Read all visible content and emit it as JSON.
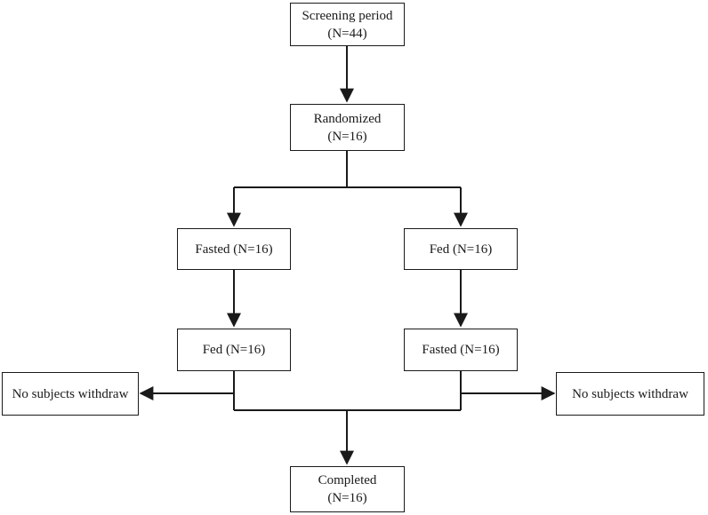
{
  "nodes": {
    "screening": {
      "line1": "Screening period",
      "line2": "(N=44)"
    },
    "randomized": {
      "line1": "Randomized",
      "line2": "(N=16)"
    },
    "fasted_first": {
      "label": "Fasted (N=16)"
    },
    "fed_first": {
      "label": "Fed (N=16)"
    },
    "fed_second": {
      "label": "Fed (N=16)"
    },
    "fasted_second": {
      "label": "Fasted (N=16)"
    },
    "withdraw_left": {
      "label": "No subjects withdraw"
    },
    "withdraw_right": {
      "label": "No subjects withdraw"
    },
    "completed": {
      "line1": "Completed",
      "line2": "(N=16)"
    }
  },
  "colors": {
    "line": "#1a1a1a",
    "box_border": "#1a1a1a",
    "background": "#ffffff"
  }
}
